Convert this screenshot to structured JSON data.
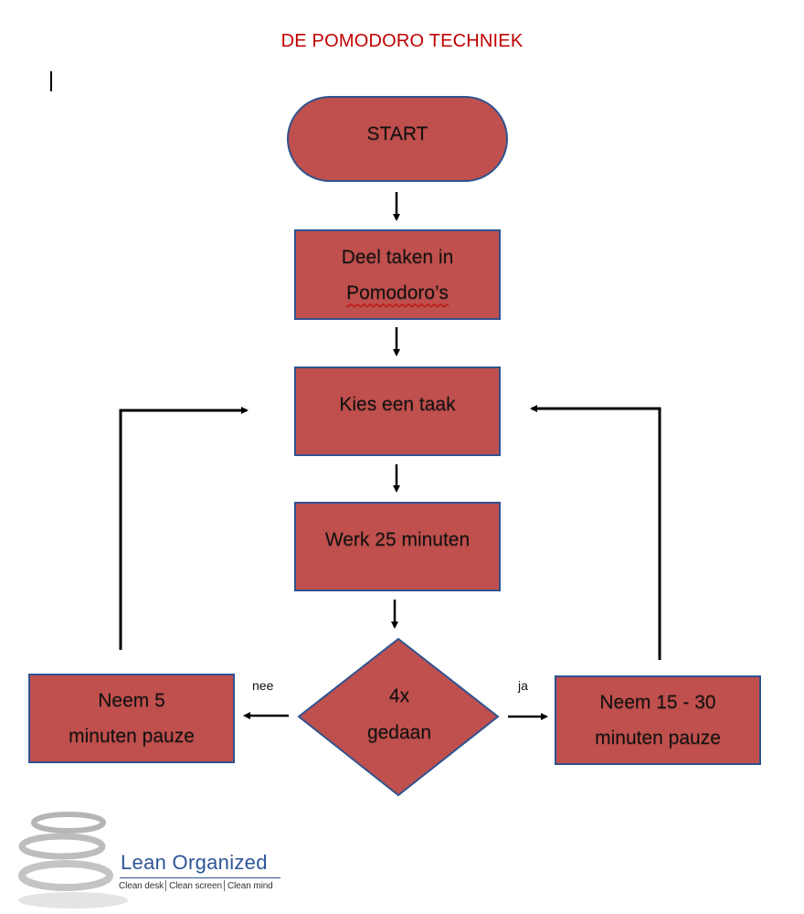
{
  "title": "DE POMODORO TECHNIEK",
  "nodes": {
    "start": "START",
    "divide_line1": "Deel taken in",
    "divide_line2": "Pomodoro’s",
    "choose": "Kies een taak",
    "work": "Werk 25 minuten",
    "decision_line1": "4x",
    "decision_line2": "gedaan",
    "short_break_line1": "Neem 5",
    "short_break_line2": "minuten pauze",
    "long_break_line1": "Neem 15 - 30",
    "long_break_line2": "minuten pauze"
  },
  "edge_labels": {
    "no": "nee",
    "yes": "ja"
  },
  "logo": {
    "name": "Lean Organized",
    "tagline": "Clean desk│Clean screen│Clean mind"
  },
  "colors": {
    "title": "#c00000",
    "node_fill": "#c0504d",
    "node_border": "#2f528f",
    "logo_blue": "#2e5597"
  }
}
